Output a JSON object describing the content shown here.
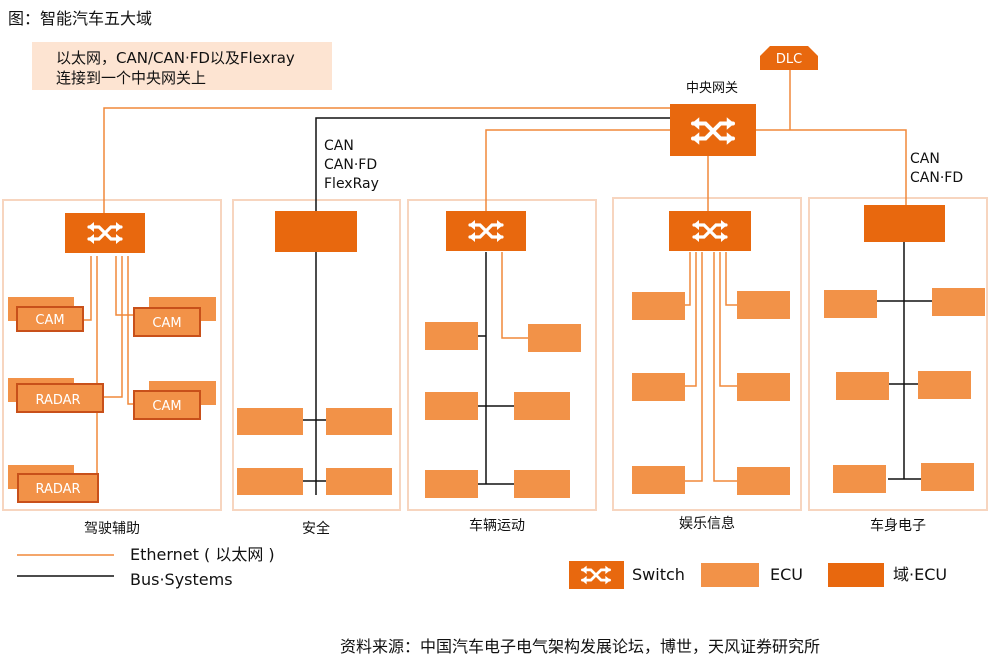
{
  "title": "图：智能汽车五大域",
  "note": {
    "line1": "以太网，CAN/CAN·FD以及Flexray",
    "line2": "连接到一个中央网关上"
  },
  "dlc": "DLC",
  "central_gateway": "中央网关",
  "bus_labels": {
    "safety": [
      "CAN",
      "CAN·FD",
      "FlexRay"
    ],
    "body": [
      "CAN",
      "CAN·FD"
    ]
  },
  "domains": {
    "adas": {
      "name": "驾驶辅助",
      "nodes": {
        "cam": "CAM",
        "radar": "RADAR"
      }
    },
    "safety": {
      "name": "安全"
    },
    "vehicle_motion": {
      "name": "车辆运动"
    },
    "infotainment": {
      "name": "娱乐信息"
    },
    "body_electronics": {
      "name": "车身电子"
    }
  },
  "legend": {
    "ethernet": "Ethernet ( 以太网 )",
    "bus": "Bus·Systems",
    "switch": "Switch",
    "ecu": "ECU",
    "domain_ecu": "域·ECU"
  },
  "source": "资料来源：中国汽车电子电气架构发展论坛，博世，天风证券研究所",
  "colors": {
    "ethernet": "#f0883a",
    "bus": "#111111",
    "ecu": "#f29248",
    "domain_ecu": "#e8680e",
    "panel_border": "#f7d5bf",
    "note_bg": "#fde4d2",
    "switch_bg": "#e8680e"
  }
}
